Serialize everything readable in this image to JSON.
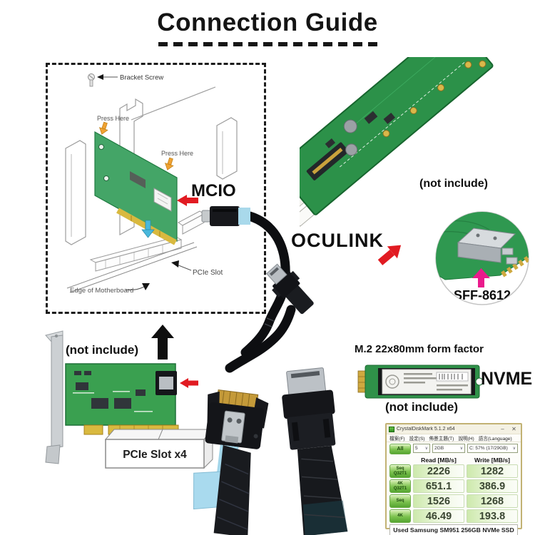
{
  "title": "Connection Guide",
  "diagram": {
    "bracket_screw": "Bracket Screw",
    "press_here_a": "Press Here",
    "press_here_b": "Press Here",
    "pcie_slot": "PCIe Slot",
    "edge_of_motherboard": "Edge of Motherboard"
  },
  "labels": {
    "mcio": "MCIO",
    "oculink": "OCULINK",
    "sff8612": "SFF-8612",
    "adapter_not_include": "(not include)",
    "card_not_include": "(not include)",
    "ssd_not_include": "(not include)",
    "pcie_slot_x4": "PCIe Slot x4",
    "m2_form_factor": "M.2 22x80mm form factor",
    "nvme": "NVME"
  },
  "benchmark": {
    "window_title": "CrystalDiskMark 5.1.2 x64",
    "minimize": "–",
    "close": "✕",
    "menu": [
      "檔案(F)",
      "設定(S)",
      "佈景主題(T)",
      "說明(H)",
      "語言(Language)"
    ],
    "all_button": "All",
    "caret": "∨",
    "dropdowns": [
      "5",
      "2GB",
      "C: 57% (17/29GB)"
    ],
    "read_header": "Read [MB/s]",
    "write_header": "Write [MB/s]",
    "rows": [
      {
        "label": "Seq Q32T1",
        "read": "2226",
        "write": "1282"
      },
      {
        "label": "4K Q32T1",
        "read": "651.1",
        "write": "386.9"
      },
      {
        "label": "Seq",
        "read": "1526",
        "write": "1268"
      },
      {
        "label": "4K",
        "read": "46.49",
        "write": "193.8"
      }
    ],
    "footer": "Used Samsung SM951 256GB NVMe SSD"
  },
  "colors": {
    "red_arrow": "#e11b22",
    "magenta_arrow": "#ea1a8c",
    "pcb_green": "#2f9149",
    "gold_edge": "#d9b93f",
    "cable_black": "#15161a",
    "blue_band": "#a3d6ea",
    "cdm_green": "#7cc24e"
  }
}
